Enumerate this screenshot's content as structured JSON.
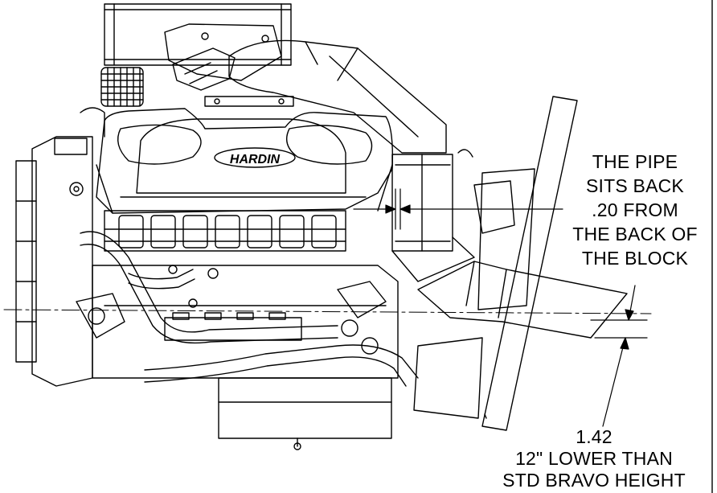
{
  "logo": {
    "brand_text": "HARDIN"
  },
  "annotations": {
    "pipe_note": {
      "lines": [
        "THE PIPE",
        "SITS BACK",
        ".20 FROM",
        "THE BACK OF",
        "THE BLOCK"
      ]
    },
    "dimension_note": {
      "value": "1.42",
      "line1": "12\" LOWER THAN",
      "line2": "STD BRAVO HEIGHT"
    }
  },
  "colors": {
    "line": "#000000",
    "background": "#ffffff"
  }
}
